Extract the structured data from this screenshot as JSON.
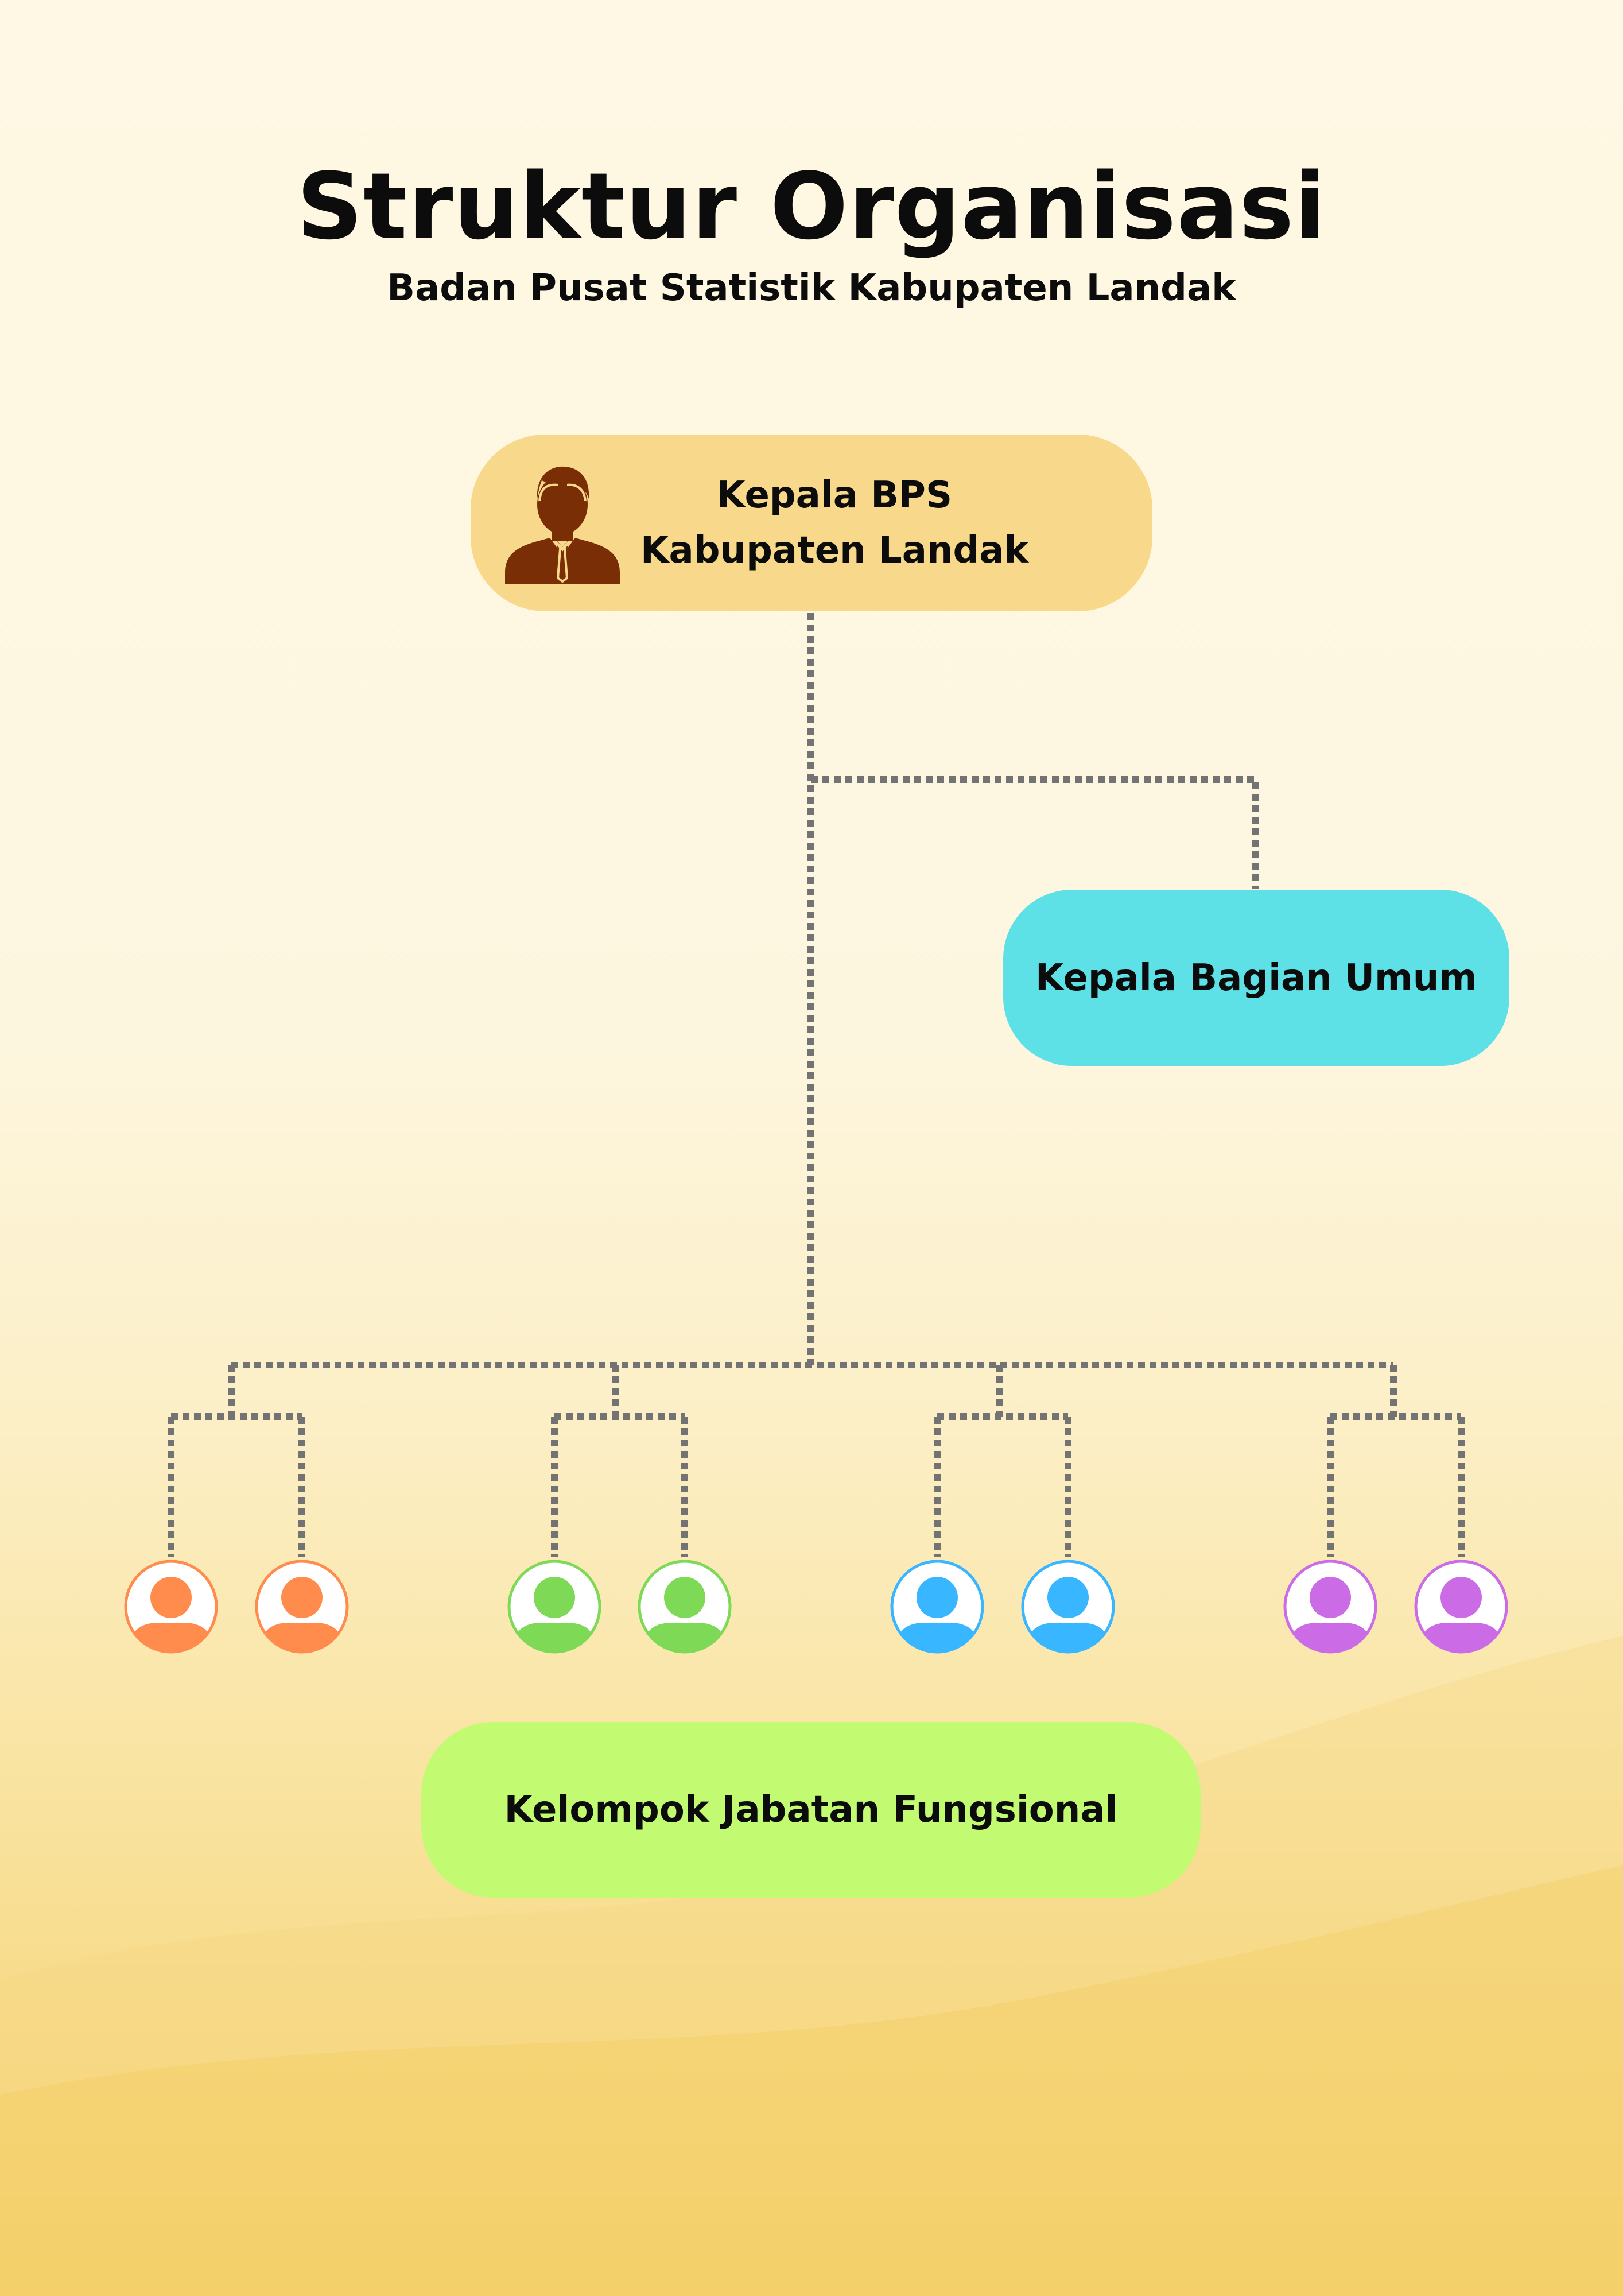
{
  "header": {
    "title": "Struktur Organisasi",
    "subtitle": "Badan Pusat Statistik Kabupaten Landak"
  },
  "nodes": {
    "head": {
      "line1": "Kepala BPS",
      "line2": "Kabupaten Landak",
      "icon": "businessman-icon",
      "color": "#f8d98c",
      "icon_color": "#7a2e06"
    },
    "umum": {
      "label": "Kepala Bagian Umum",
      "color": "#5de1e6"
    },
    "fungsional": {
      "label": "Kelompok Jabatan Fungsional",
      "color": "#c2fb72"
    }
  },
  "member_groups": [
    {
      "icon": "person-icon",
      "color": "#ff8c4c",
      "count": 2
    },
    {
      "icon": "person-icon",
      "color": "#7ed957",
      "count": 2
    },
    {
      "icon": "person-icon",
      "color": "#38b6ff",
      "count": 2
    },
    {
      "icon": "person-icon",
      "color": "#cb6ce6",
      "count": 2
    }
  ],
  "connector_color": "#737373"
}
